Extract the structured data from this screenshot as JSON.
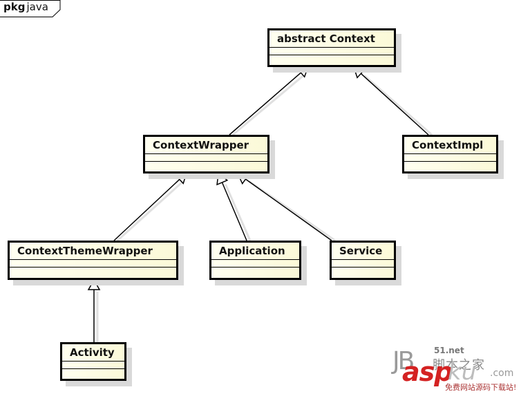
{
  "package": {
    "keyword": "pkg",
    "name": "java"
  },
  "classes": [
    {
      "id": "context",
      "name": "abstract Context"
    },
    {
      "id": "contextwrapper",
      "name": "ContextWrapper"
    },
    {
      "id": "contextimpl",
      "name": "ContextImpl"
    },
    {
      "id": "contextthemewrapper",
      "name": "ContextThemeWrapper"
    },
    {
      "id": "application",
      "name": "Application"
    },
    {
      "id": "service",
      "name": "Service"
    },
    {
      "id": "activity",
      "name": "Activity"
    }
  ],
  "generalizations": [
    {
      "from": "contextwrapper",
      "to": "context"
    },
    {
      "from": "contextimpl",
      "to": "context"
    },
    {
      "from": "contextthemewrapper",
      "to": "contextwrapper"
    },
    {
      "from": "application",
      "to": "contextwrapper"
    },
    {
      "from": "service",
      "to": "contextwrapper"
    },
    {
      "from": "activity",
      "to": "contextthemewrapper"
    }
  ],
  "colors": {
    "class_fill": "#fdfbe0",
    "border": "#000000",
    "shadow": "#d9d9d9",
    "watermark_red": "#d42222"
  },
  "watermark": {
    "jb": "JB",
    "site_num": "51.net",
    "cn_name": "脚本之家",
    "asp": "asp",
    "ku": "ku",
    "com": ".com",
    "slogan": "免费网站源码下载站!"
  }
}
